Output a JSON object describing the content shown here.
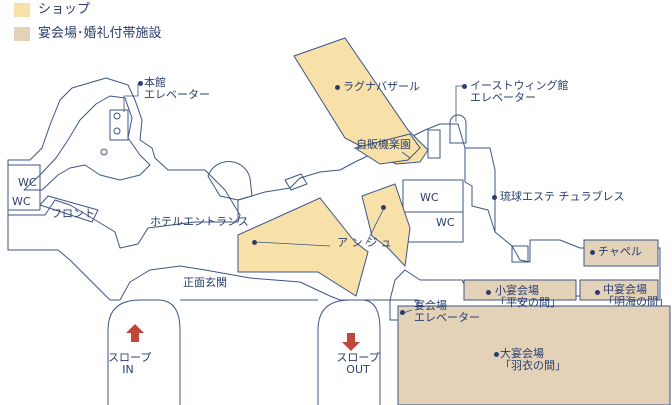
{
  "legend": [
    {
      "label": "ショップ",
      "color": "#f7e1a8"
    },
    {
      "label": "宴会場･婚礼付帯施設",
      "color": "#e3d2b7"
    }
  ],
  "colors": {
    "line": "#3c5585",
    "text": "#2a3d6e",
    "shop": "#f7e1a8",
    "banquet": "#e3d2b7",
    "arrow": "#c2453a"
  },
  "labels": {
    "main_elevator": "本館\nエレベーター",
    "east_elevator": "イーストウィング館\nエレベーター",
    "laguna": "ラグナバザール",
    "vending": "自販機楽園",
    "wc1": "WC",
    "wc2": "WC",
    "wc3": "WC",
    "wc4": "WC",
    "front": "フロント",
    "hotel_entrance": "ホテルエントランス",
    "anju": "アンジュ",
    "ryukyu": "琉球エステ チュラブレス",
    "chapel": "チャペル",
    "small_banquet": "小宴会場\n「平安の間」",
    "medium_banquet": "中宴会場\n「明海の間」",
    "banquet_elevator": "宴会場\nエレベーター",
    "main_entrance": "正面玄関",
    "large_banquet": "大宴会場\n「羽衣の間」",
    "slope_in": "スロープ\nIN",
    "slope_out": "スロープ\nOUT"
  }
}
